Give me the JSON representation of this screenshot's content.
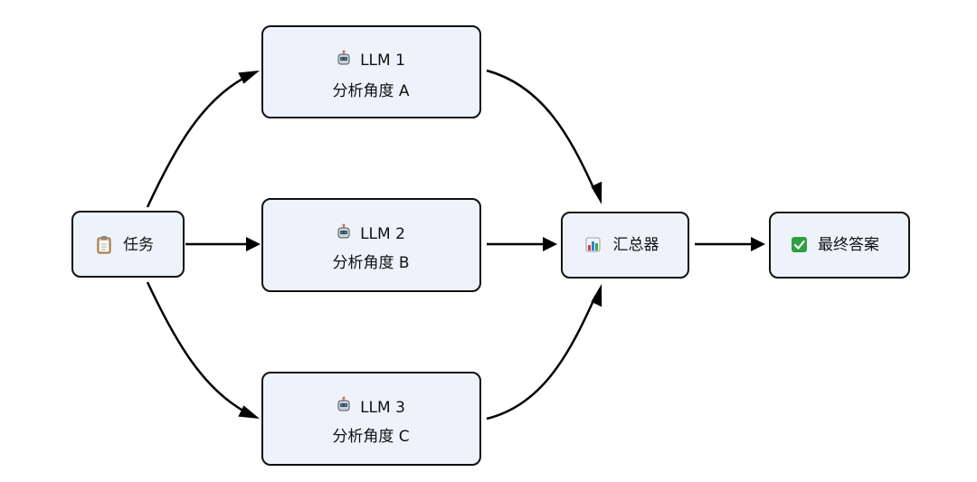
{
  "diagram": {
    "nodes": {
      "task": {
        "icon": "clipboard-icon",
        "label": "任务"
      },
      "llm1": {
        "icon": "robot-icon",
        "title": "LLM 1",
        "subtitle": "分析角度 A"
      },
      "llm2": {
        "icon": "robot-icon",
        "title": "LLM 2",
        "subtitle": "分析角度 B"
      },
      "llm3": {
        "icon": "robot-icon",
        "title": "LLM 3",
        "subtitle": "分析角度 C"
      },
      "aggregator": {
        "icon": "bar-chart-icon",
        "label": "汇总器"
      },
      "final": {
        "icon": "check-mark-icon",
        "label": "最终答案"
      }
    },
    "edges": [
      {
        "from": "task",
        "to": "llm1"
      },
      {
        "from": "task",
        "to": "llm2"
      },
      {
        "from": "task",
        "to": "llm3"
      },
      {
        "from": "llm1",
        "to": "aggregator"
      },
      {
        "from": "llm2",
        "to": "aggregator"
      },
      {
        "from": "llm3",
        "to": "aggregator"
      },
      {
        "from": "aggregator",
        "to": "final"
      }
    ],
    "colors": {
      "node_fill": "#eef2fb",
      "node_stroke": "#111111",
      "edge": "#000000",
      "check_green": "#2ea043"
    }
  }
}
